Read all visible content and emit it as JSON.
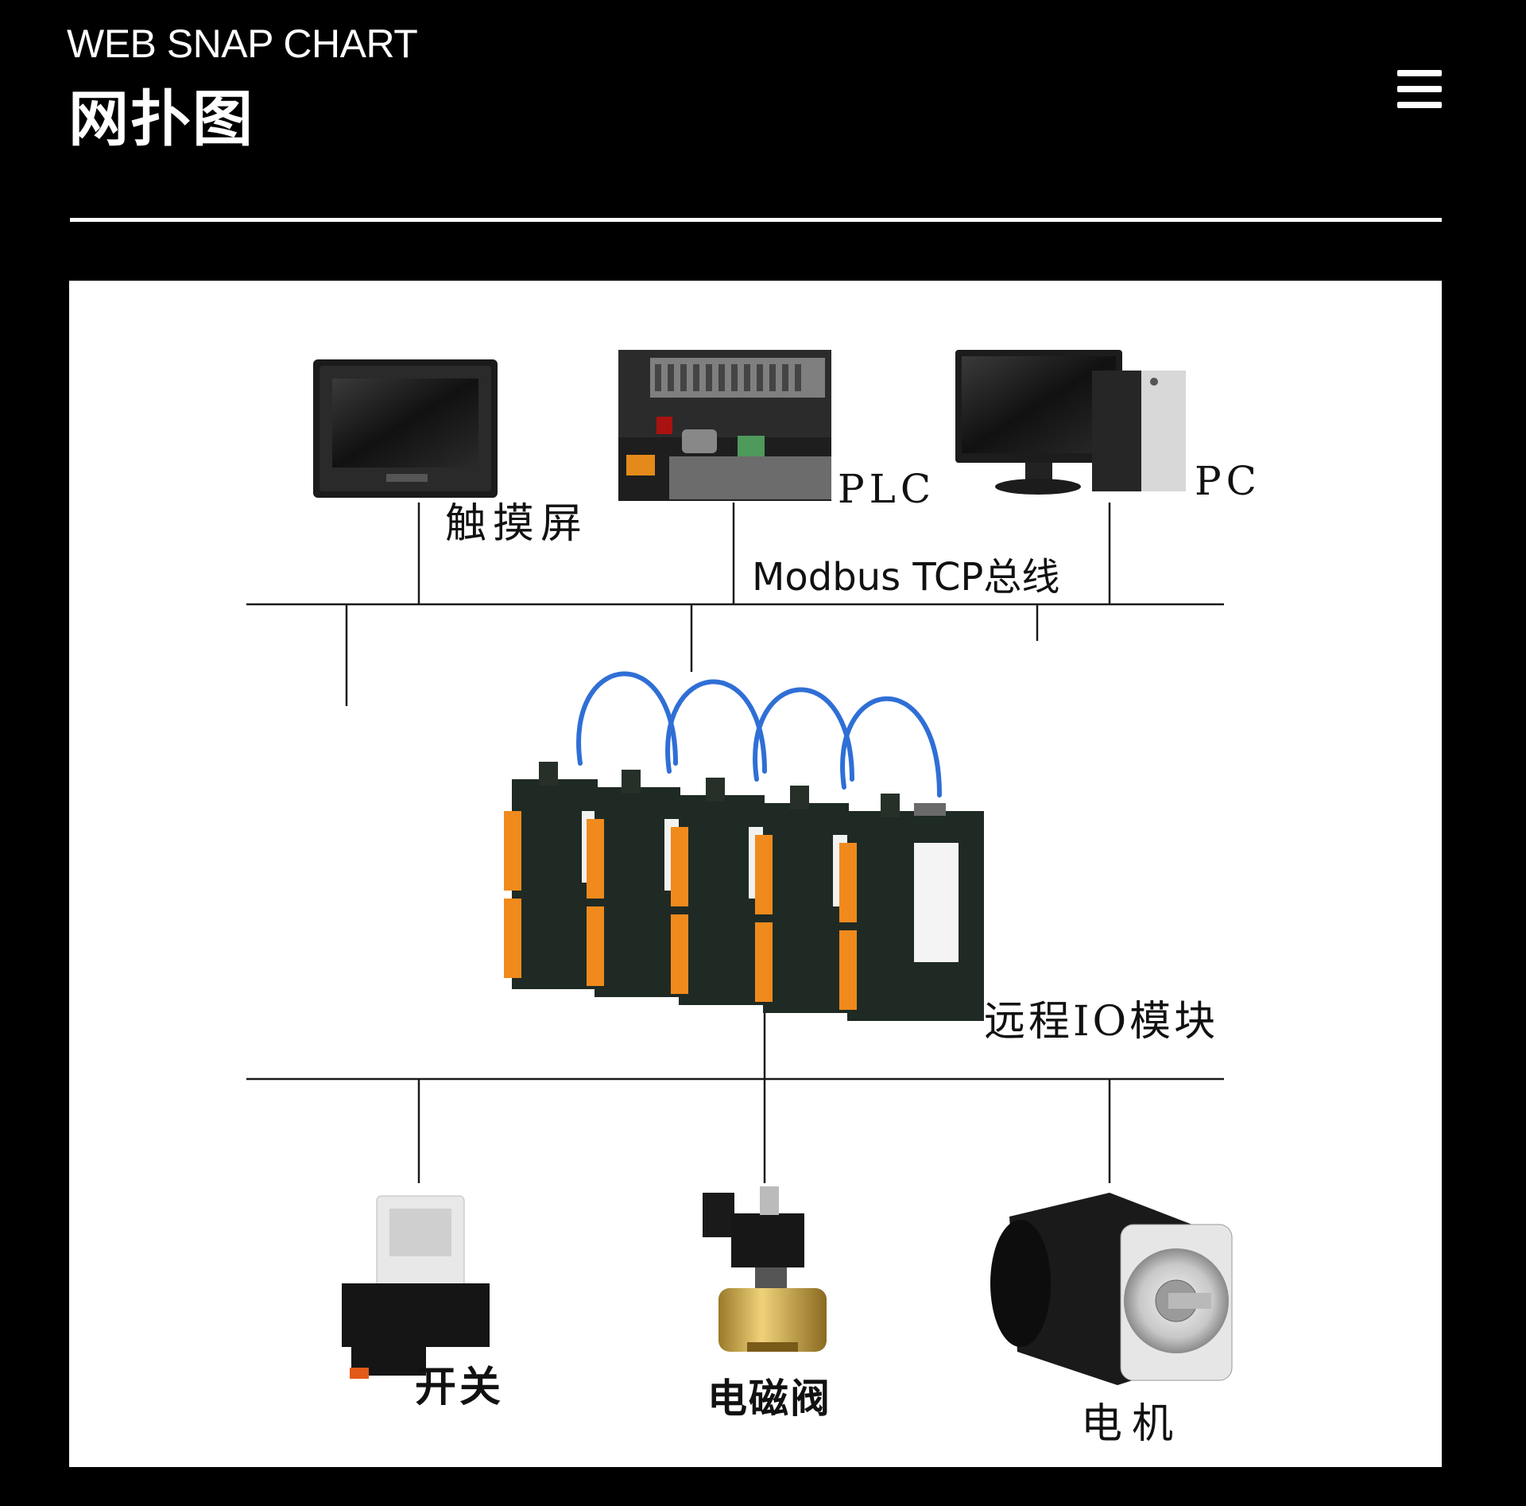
{
  "header": {
    "subtitle_en": "WEB SNAP CHART",
    "title_cn": "网扑图",
    "menu_icon": "hamburger-menu-icon"
  },
  "diagram": {
    "devices_top": {
      "touch_screen": "触摸屏",
      "plc": "PLC",
      "pc": "PC"
    },
    "bus_label": "Modbus TCP总线",
    "io_module_label": "远程IO模块",
    "devices_bottom": {
      "switch": "开关",
      "solenoid_valve": "电磁阀",
      "motor": "电机"
    },
    "colors": {
      "background": "#000000",
      "panel": "#ffffff",
      "line": "#1a1a1a",
      "cable": "#2f6fd6",
      "terminal": "#f08a1c",
      "module": "#1f2a24"
    }
  }
}
